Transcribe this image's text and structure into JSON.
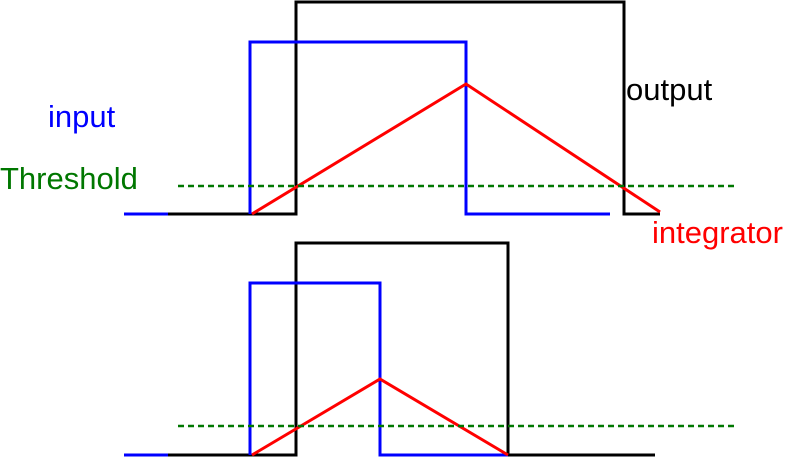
{
  "labels": {
    "input": "input",
    "threshold": "Threshold",
    "output": "output",
    "integrator": "integrator"
  },
  "colors": {
    "input": "#0000ff",
    "threshold": "#007700",
    "output": "#000000",
    "integrator": "#ff0000"
  }
}
